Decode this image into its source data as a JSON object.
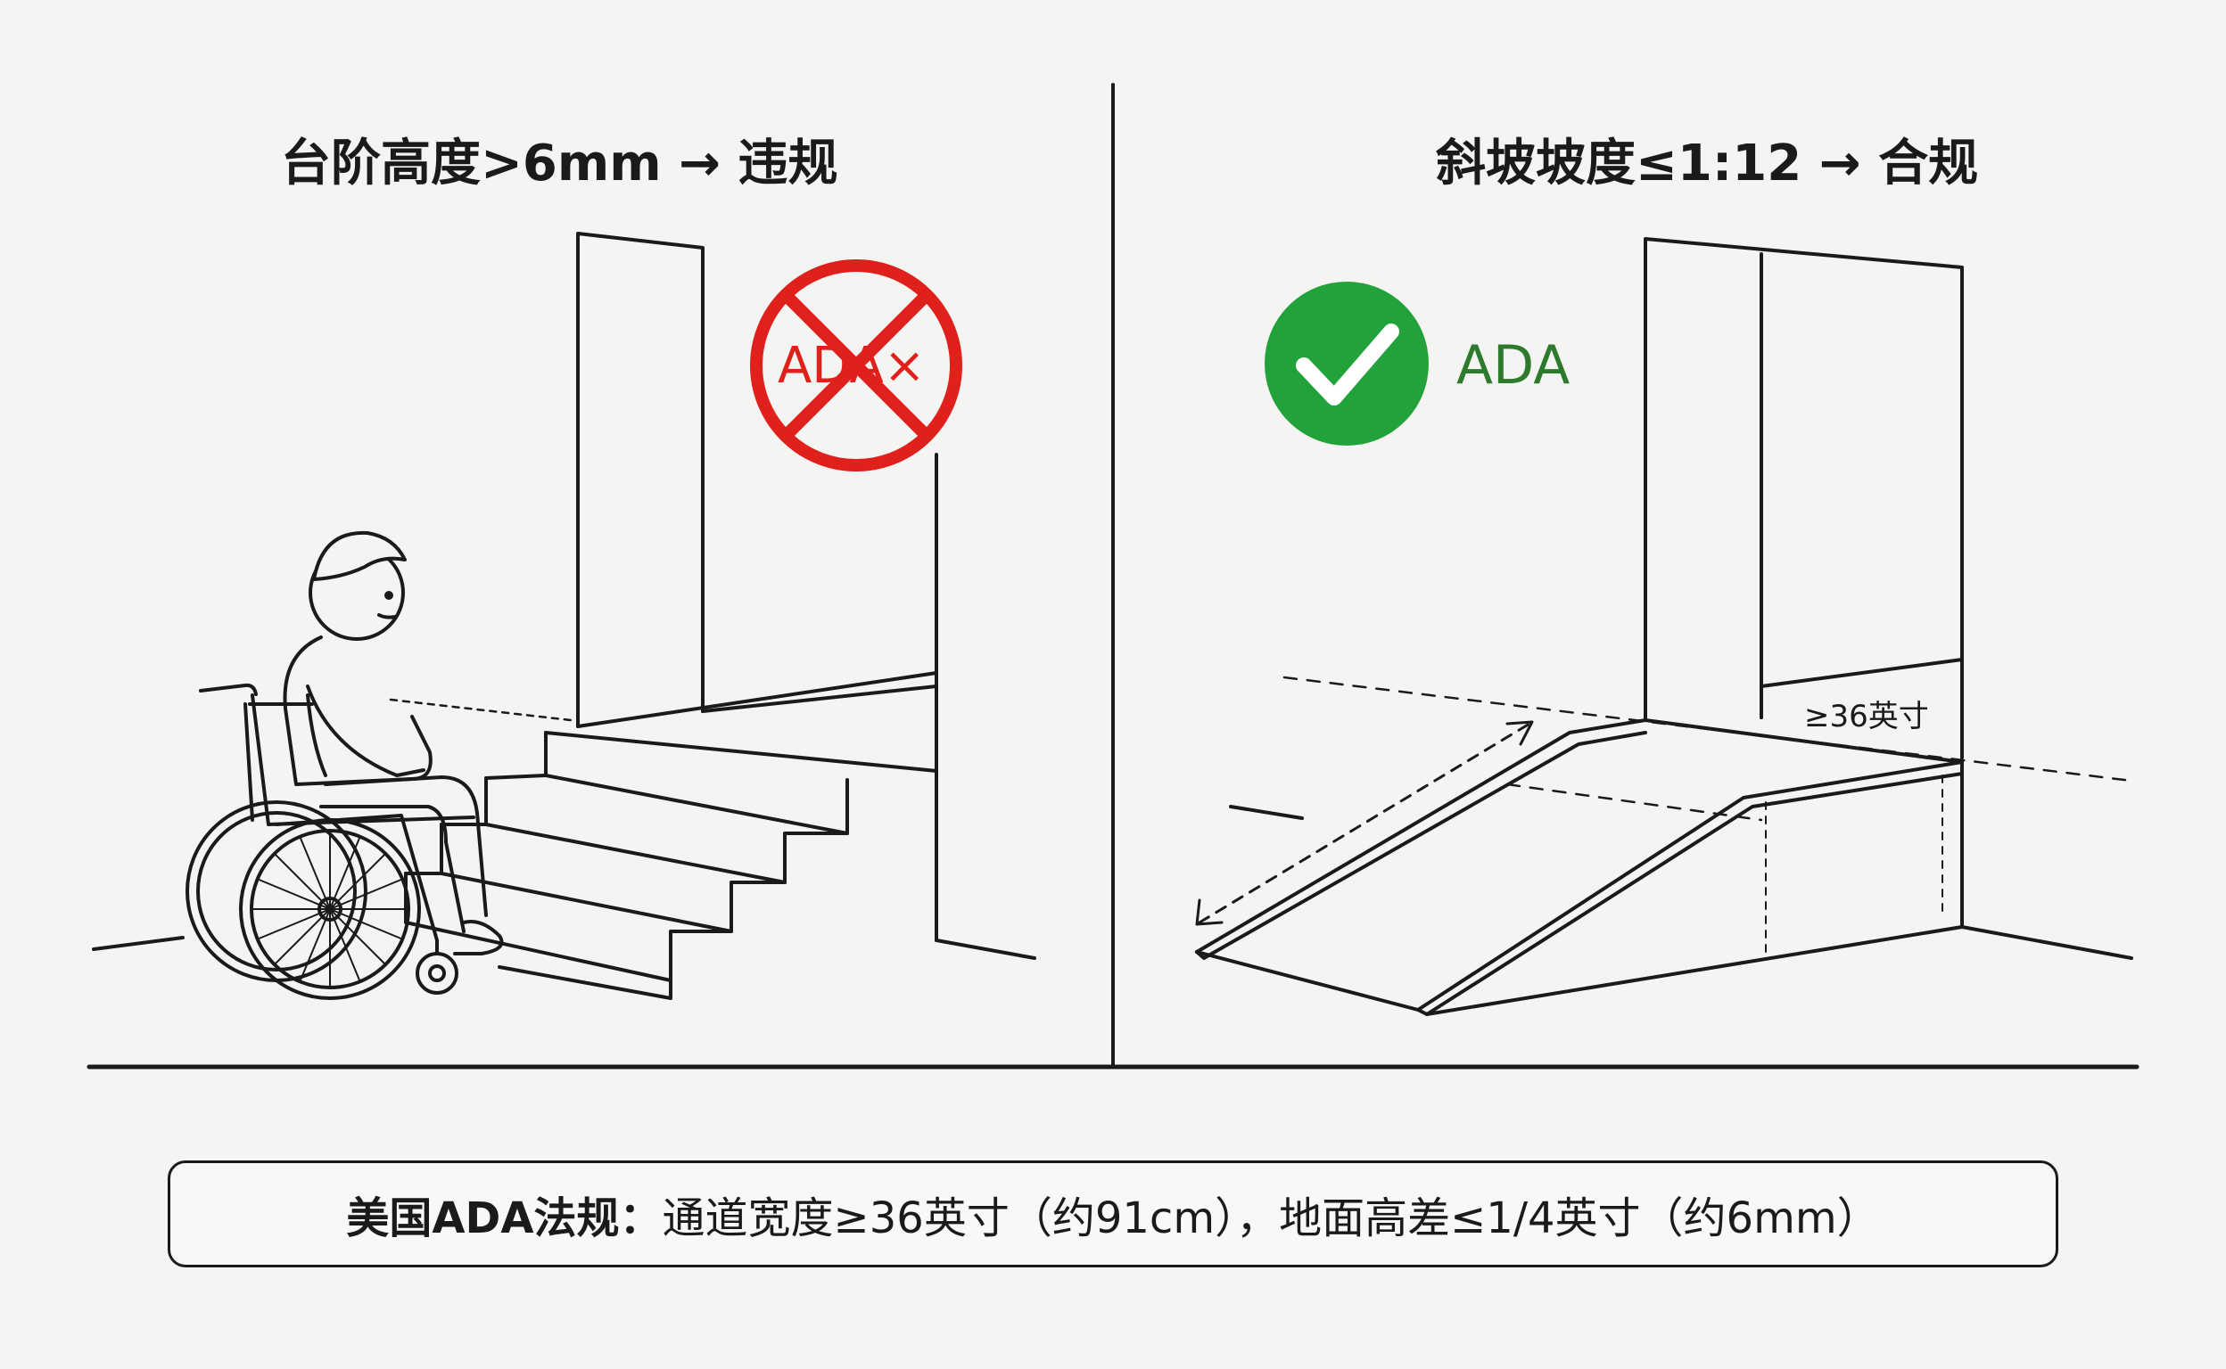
{
  "left_panel": {
    "title": "台阶高度>6mm → 违规",
    "badge_text": "ADA",
    "badge_mark": "×",
    "badge_status": "fail",
    "badge_color": "#e0201b"
  },
  "right_panel": {
    "title": "斜坡坡度≤1:12 → 合规",
    "badge_text": "ADA",
    "badge_status": "pass",
    "badge_color": "#22a23a",
    "width_label": "≥36英寸"
  },
  "footer": {
    "prefix": "美国ADA法规：",
    "text": "通道宽度≥36英寸（约91cm），地面高差≤1/4英寸（约6mm）"
  },
  "icons": [
    "wheelchair-user-icon",
    "prohibited-icon",
    "checkmark-icon",
    "stairs-illustration",
    "ramp-illustration"
  ]
}
